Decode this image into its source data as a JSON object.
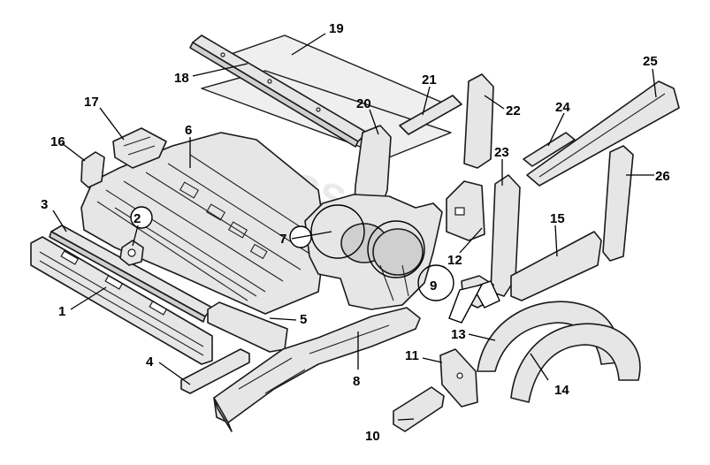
{
  "labels": [
    {
      "id": "1",
      "text": "1"
    },
    {
      "id": "2",
      "text": "2"
    },
    {
      "id": "3",
      "text": "3"
    },
    {
      "id": "4",
      "text": "4"
    },
    {
      "id": "5",
      "text": "5"
    },
    {
      "id": "6",
      "text": "6"
    },
    {
      "id": "7",
      "text": "7"
    },
    {
      "id": "8",
      "text": "8"
    },
    {
      "id": "9",
      "text": "9"
    },
    {
      "id": "10",
      "text": "10"
    },
    {
      "id": "11",
      "text": "11"
    },
    {
      "id": "12",
      "text": "12"
    },
    {
      "id": "13",
      "text": "13"
    },
    {
      "id": "14",
      "text": "14"
    },
    {
      "id": "15",
      "text": "15"
    },
    {
      "id": "16",
      "text": "16"
    },
    {
      "id": "17",
      "text": "17"
    },
    {
      "id": "18",
      "text": "18"
    },
    {
      "id": "19",
      "text": "19"
    },
    {
      "id": "20",
      "text": "20"
    },
    {
      "id": "21",
      "text": "21"
    },
    {
      "id": "22",
      "text": "22"
    },
    {
      "id": "23",
      "text": "23"
    },
    {
      "id": "24",
      "text": "24"
    },
    {
      "id": "25",
      "text": "25"
    },
    {
      "id": "26",
      "text": "26"
    }
  ],
  "watermark": "AutoGS"
}
